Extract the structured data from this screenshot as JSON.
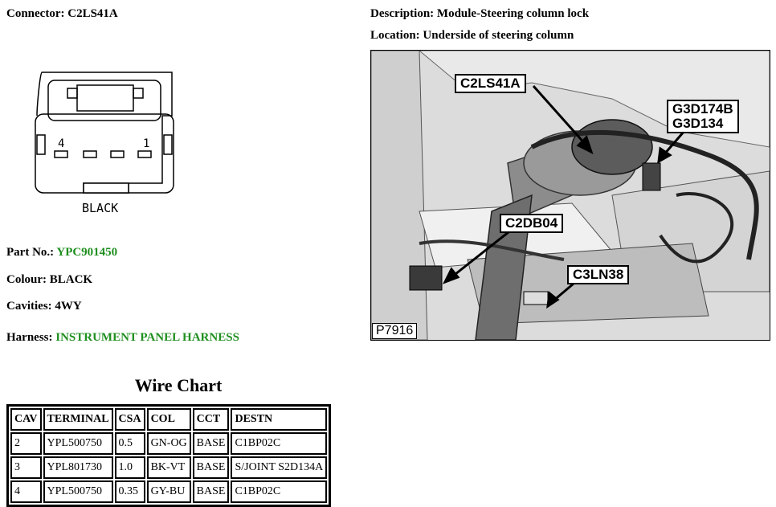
{
  "header": {
    "connector_label": "Connector:",
    "connector_value": "C2LS41A",
    "description_label": "Description:",
    "description_value": "Module-Steering column lock",
    "location_label": "Location:",
    "location_value": "Underside of steering column"
  },
  "connector_drawing": {
    "pin_left": "4",
    "pin_right": "1",
    "colour_text": "BLACK"
  },
  "details": {
    "part_label": "Part No.:",
    "part_value": "YPC901450",
    "colour_label": "Colour:",
    "colour_value": "BLACK",
    "cavities_label": "Cavities:",
    "cavities_value": "4WY",
    "harness_label": "Harness:",
    "harness_value": "INSTRUMENT PANEL HARNESS",
    "link_color": "#1f8f1f"
  },
  "photo": {
    "callouts": [
      "C2LS41A",
      "G3D174B\nG3D134",
      "C2DB04",
      "C3LN38"
    ],
    "id": "P7916"
  },
  "wire_chart": {
    "title": "Wire Chart",
    "headers": [
      "CAV",
      "TERMINAL",
      "CSA",
      "COL",
      "CCT",
      "DESTN"
    ],
    "rows": [
      [
        "2",
        "YPL500750",
        "0.5",
        "GN-OG",
        "BASE",
        "C1BP02C"
      ],
      [
        "3",
        "YPL801730",
        "1.0",
        "BK-VT",
        "BASE",
        "S/JOINT S2D134A"
      ],
      [
        "4",
        "YPL500750",
        "0.35",
        "GY-BU",
        "BASE",
        "C1BP02C"
      ]
    ]
  }
}
